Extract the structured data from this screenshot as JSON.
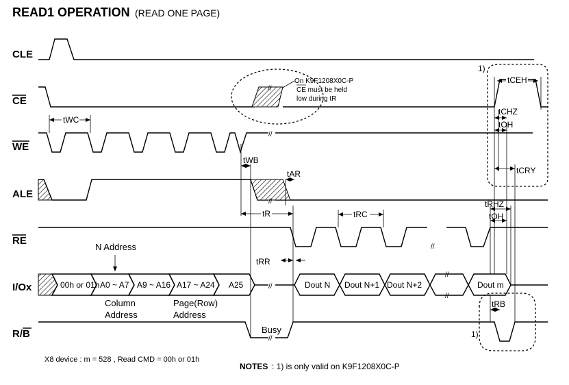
{
  "title": {
    "main": "READ1 OPERATION",
    "sub": "(READ ONE PAGE)"
  },
  "signals": {
    "cle": "CLE",
    "ce": "CE",
    "we": "WE",
    "ale": "ALE",
    "re": "RE",
    "io": "I/Ox",
    "rb": "R/B"
  },
  "io_cells": {
    "cmd": "00h or 01h",
    "a0": "A0 ~ A7",
    "a9": "A9 ~ A16",
    "a17": "A17 ~ A24",
    "a25": "A25",
    "doutn": "Dout N",
    "doutn1": "Dout N+1",
    "doutn2": "Dout N+2",
    "doutm": "Dout m"
  },
  "annotations": {
    "n_address": "N Address",
    "column": "Column",
    "address1": "Address",
    "page_row": "Page(Row)",
    "address2": "Address",
    "busy": "Busy",
    "ce_note_1": "On K9F1208X0C-P",
    "ce_note_2": "CE  must be held",
    "ce_note_3": "low during tR",
    "note_ref_1": "1)",
    "note_ref_2": "1)"
  },
  "timing": {
    "twc": "tWC",
    "twb": "tWB",
    "tar": "tAR",
    "tr": "tR",
    "trc": "tRC",
    "trr": "tRR",
    "tceh": "tCEH",
    "tchz": "tCHZ",
    "toh1": "tOH",
    "tcry": "tCRY",
    "trhz": "tRHZ",
    "toh2": "tOH",
    "trb": "tRB"
  },
  "footer": {
    "device": "X8  device  : m = 528 , Read CMD = 00h or 01h",
    "notes_label": "NOTES",
    "notes_text": ": 1)   is only valid on K9F1208X0C-P"
  }
}
